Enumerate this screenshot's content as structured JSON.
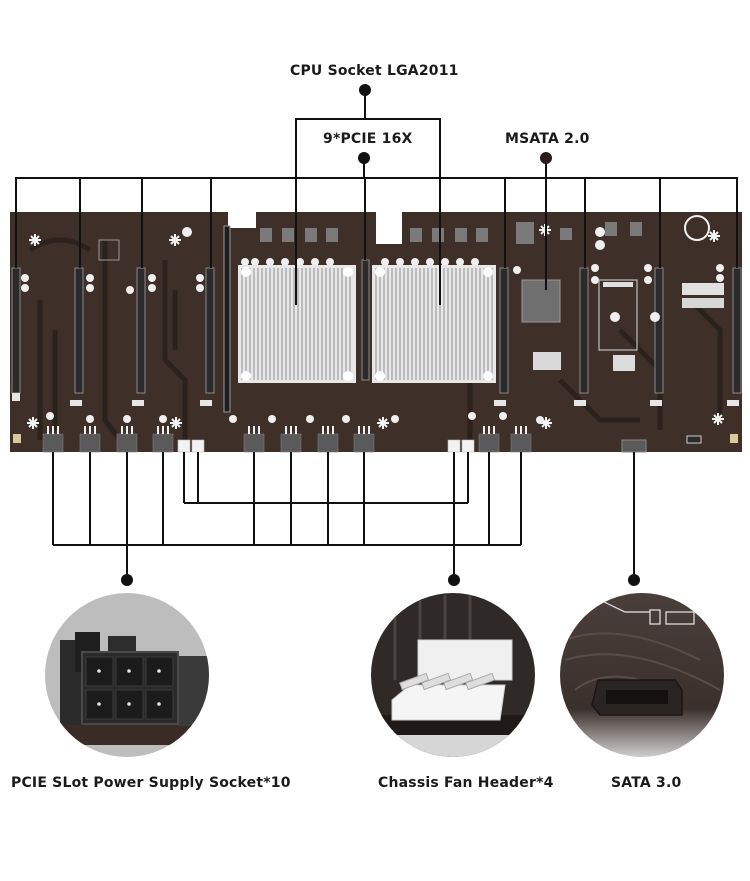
{
  "callouts_top": {
    "cpu_socket": "CPU Socket LGA2011",
    "pcie_slots": "9*PCIE 16X",
    "msata": "MSATA 2.0"
  },
  "callouts_bottom": {
    "power_socket": "PCIE SLot Power Supply Socket*10",
    "fan_header": "Chassis Fan Header*4",
    "sata": "SATA 3.0"
  },
  "board": {
    "pcie_slot_count": 9,
    "power_socket_count": 10,
    "fan_header_count": 4,
    "cpu_heatsink_count": 2
  },
  "colors": {
    "pcb": "#3e2f29",
    "trace": "#2a201c",
    "line": "#111111",
    "heatsink": "#d9d9d9",
    "connector_gray": "#5a5a5a",
    "fan_white": "#f2f2f2"
  }
}
